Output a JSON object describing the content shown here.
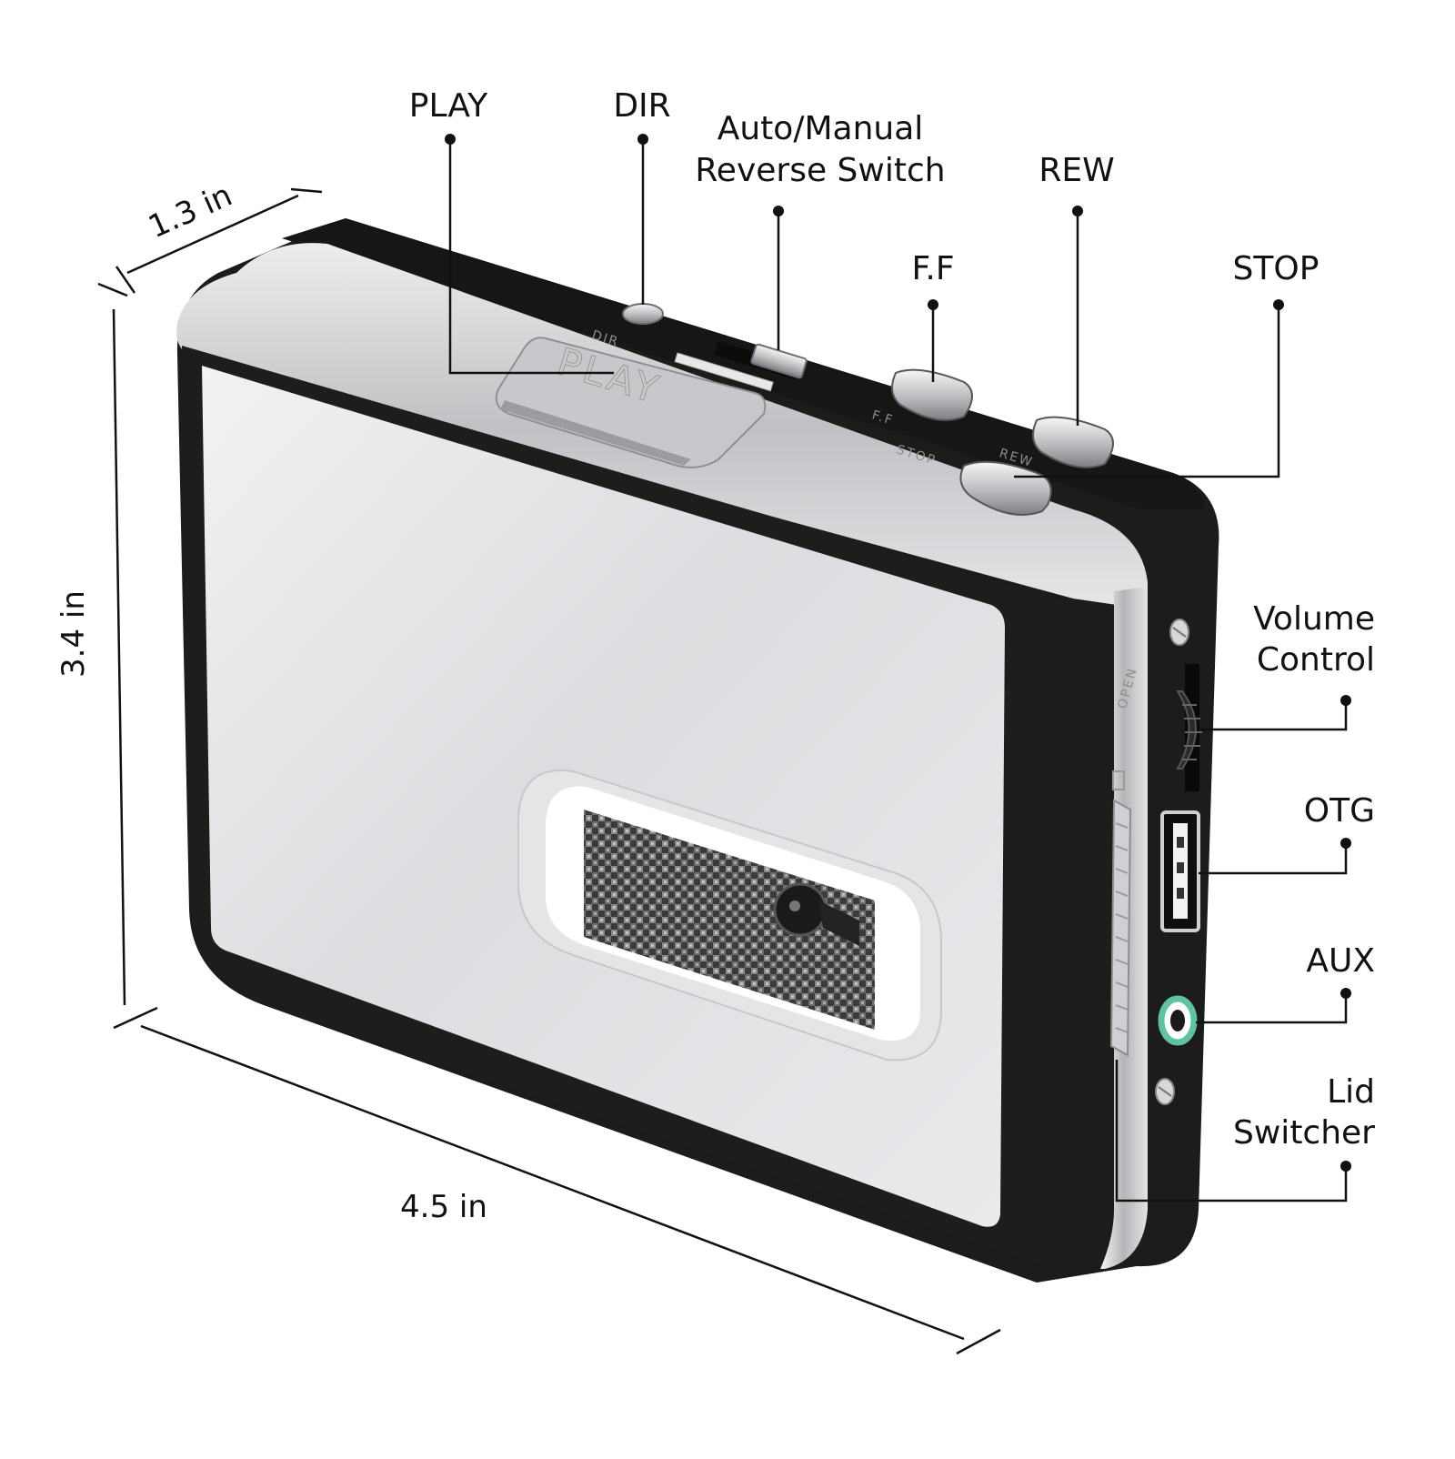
{
  "callouts": {
    "play": "PLAY",
    "dir": "DIR",
    "reverse_switch_line1": "Auto/Manual",
    "reverse_switch_line2": "Reverse Switch",
    "rew": "REW",
    "ff": "F.F",
    "stop": "STOP",
    "volume_line1": "Volume",
    "volume_line2": "Control",
    "otg": "OTG",
    "aux": "AUX",
    "lid_line1": "Lid",
    "lid_line2": "Switcher"
  },
  "dimensions": {
    "depth": "1.3 in",
    "height": "3.4 in",
    "width": "4.5 in"
  },
  "device_markings": {
    "play_button": "PLAY",
    "dir_mark": "DIR",
    "ff_mark": "F.F",
    "rew_mark": "REW",
    "stop_mark": "STOP",
    "open_mark": "OPEN"
  },
  "colors": {
    "body_black": "#1c1c1c",
    "silver_panel": "#d8d9db",
    "chrome_edge": "#b5b7ba",
    "aux_ring": "#5cc4a3",
    "text": "#111111"
  }
}
